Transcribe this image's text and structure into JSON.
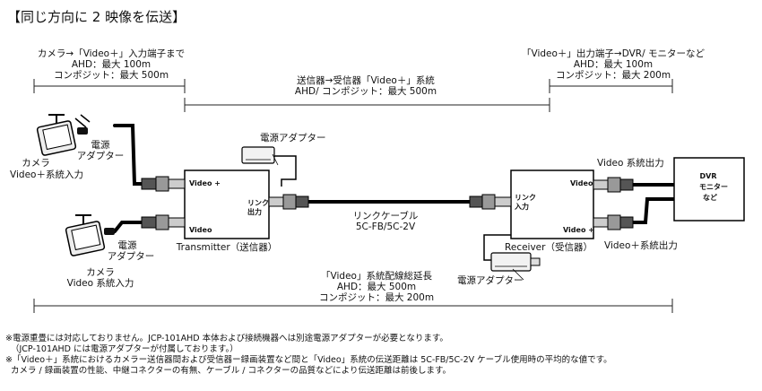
{
  "title": "【同じ方向に 2 映像を伝送】",
  "range_top_left": {
    "line1": "カメラ→「Video＋」入力端子まで",
    "line2": "AHD：最大 100m",
    "line3": "コンポジット：最大 500m"
  },
  "range_top_right": {
    "line1": "「Video＋」出力端子→DVR/ モニターなど",
    "line2": "AHD：最大 100m",
    "line3": "コンポジット：最大 200m"
  },
  "range_middle": {
    "line1": "送信器→受信器「Video＋」系統",
    "line2": "AHD/ コンポジット：最大 500m"
  },
  "range_bottom": {
    "line1": "「Video」系統配線総延長",
    "line2": "AHD：最大 500m",
    "line3": "コンポジット：最大 200m"
  },
  "camera_top": {
    "label1": "カメラ",
    "label2": "Video＋系統入力",
    "power1": "電源",
    "power2": "アダプター"
  },
  "camera_bottom": {
    "label1": "カメラ",
    "label2": "Video 系統入力",
    "power1": "電源",
    "power2": "アダプター"
  },
  "power_adapter_top": "電源アダプター",
  "power_adapter_bottom": "電源アダプター",
  "transmitter": {
    "port_video_plus": "Video +",
    "port_video": "Video",
    "link1": "リンク",
    "link2": "出力",
    "label": "Transmitter（送信器）"
  },
  "receiver": {
    "port_video": "Video",
    "port_video_plus": "Video +",
    "link1": "リンク",
    "link2": "入力",
    "label": "Receiver（受信器）"
  },
  "link_cable": {
    "line1": "リンクケーブル",
    "line2": "5C-FB/5C-2V"
  },
  "output_video": "Video 系統出力",
  "output_video_plus": "Video＋系統出力",
  "dvr": {
    "line1": "DVR",
    "line2": "モニター",
    "line3": "など"
  },
  "notes": {
    "n1": "※電源重畳には対応しておりません。JCP-101AHD 本体および接続機器へは別途電源アダプターが必要となります。",
    "n2": "（JCP-101AHD には電源アダプターが付属しております。）",
    "n3": "※「Video＋」系統におけるカメラー送信器間および受信器ー録画装置など間と「Video」系統の伝送距離は 5C-FB/5C-2V ケーブル使用時の平均的な値です。",
    "n4": "カメラ / 録画装置の性能、中継コネクターの有無、ケーブル / コネクターの品質などにより伝送距離は前後します。"
  }
}
